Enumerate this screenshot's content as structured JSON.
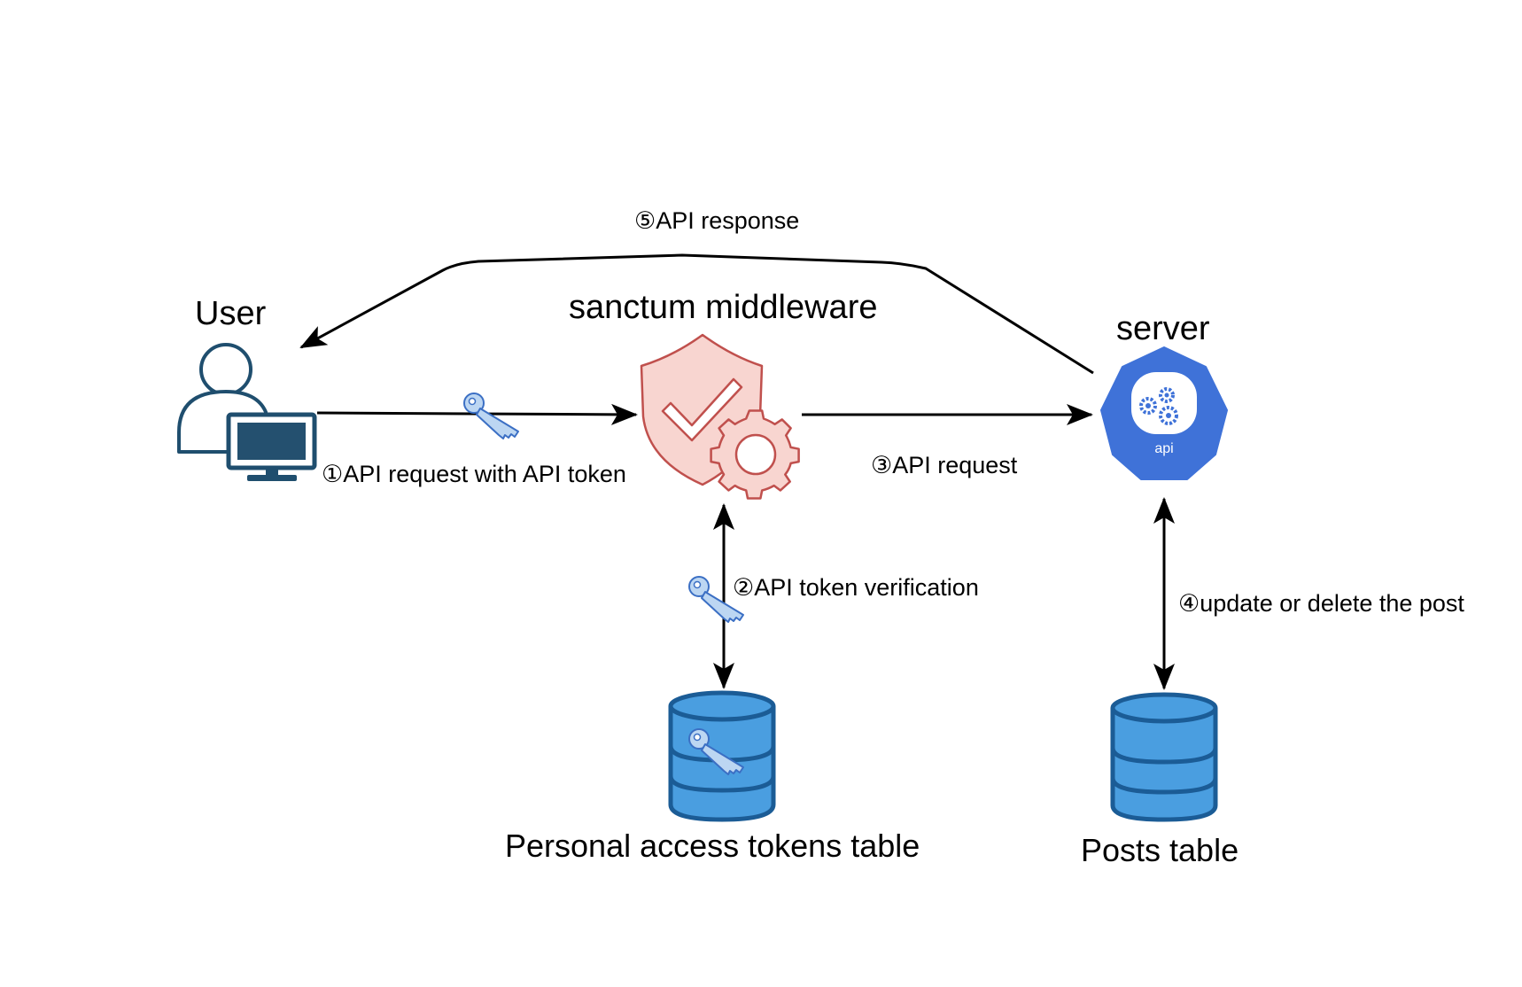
{
  "nodes": {
    "user": {
      "label": "User",
      "icon": "user-computer-icon"
    },
    "middleware": {
      "label": "sanctum middleware",
      "icon": "shield-check-gear-icon"
    },
    "server": {
      "label": "server",
      "icon": "api-server-icon",
      "badge": "api"
    },
    "tokens_table": {
      "label": "Personal access tokens table",
      "icon": "database-key-icon"
    },
    "posts_table": {
      "label": "Posts table",
      "icon": "database-icon"
    }
  },
  "edges": {
    "request_with_token": {
      "label": "①API request with API token"
    },
    "token_verification": {
      "label": "②API token verification"
    },
    "api_request": {
      "label": "③API request"
    },
    "update_delete": {
      "label": "④update or delete the post"
    },
    "api_response": {
      "label": "⑤API response"
    }
  },
  "colors": {
    "user_stroke": "#1f4e6e",
    "user_screen": "#24506f",
    "shield_fill": "#f8d5d0",
    "shield_stroke": "#c0504d",
    "server_fill": "#3f72d8",
    "db_fill": "#4a9ee0",
    "db_stroke": "#1b5c96",
    "key_fill": "#bcd6f2",
    "key_stroke": "#3b6fc4"
  }
}
